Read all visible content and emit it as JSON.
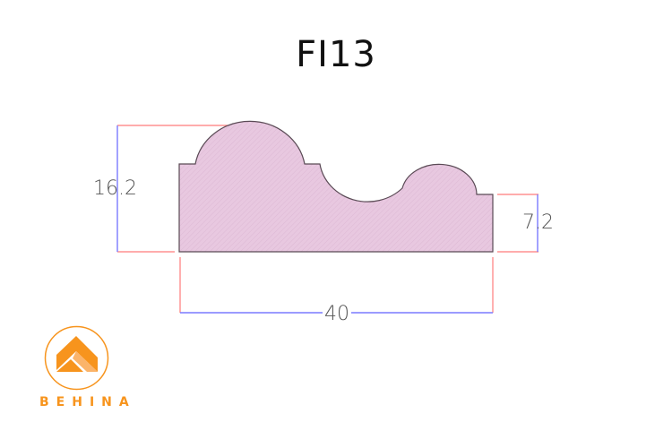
{
  "title": "FI13",
  "dimensions": {
    "height_label": "16.2",
    "step_height_label": "7.2",
    "width_label": "40"
  },
  "brand": {
    "name": "BEHINA",
    "color": "#F7941D"
  },
  "colors": {
    "profile_fill": "#E8C8E0",
    "profile_stroke": "#5A4A55",
    "extension_line": "#FF7A7A",
    "dimension_line": "#7A7AFF"
  }
}
